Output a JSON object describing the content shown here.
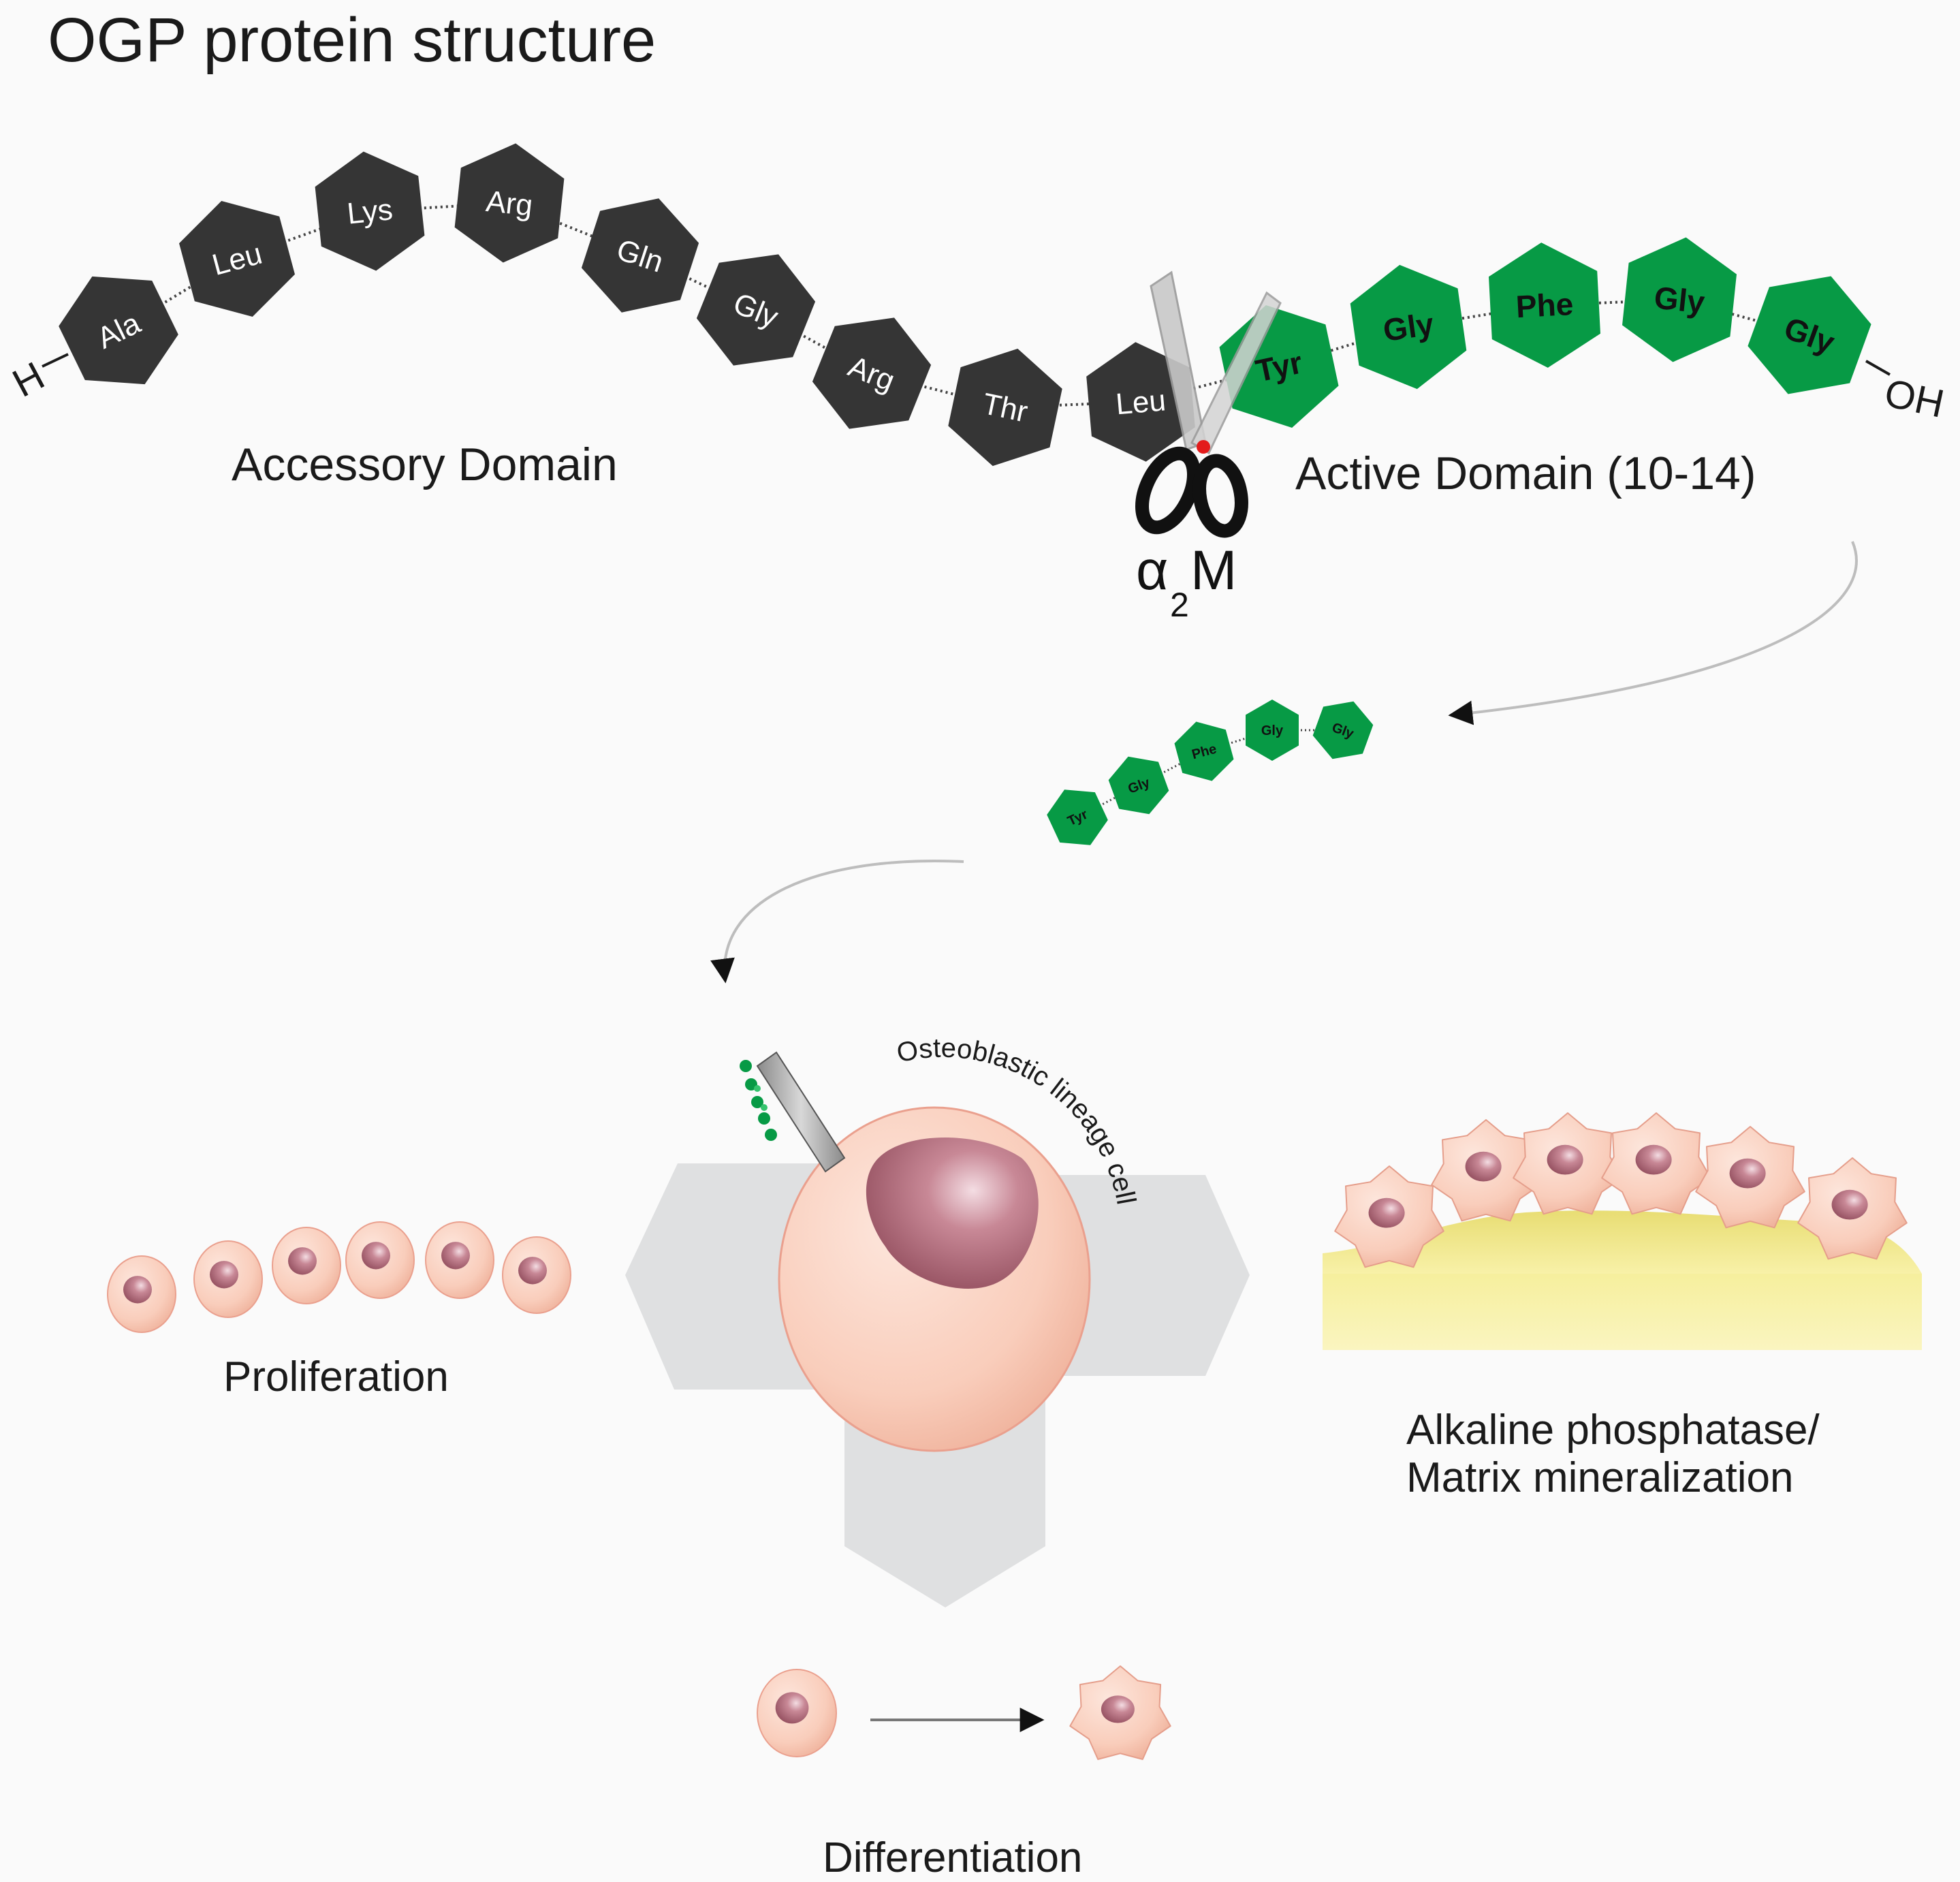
{
  "title": "OGP protein structure",
  "accessory_domain": {
    "label": "Accessory Domain",
    "residues": [
      "Ala",
      "Leu",
      "Lys",
      "Arg",
      "Gln",
      "Gly",
      "Arg",
      "Thr",
      "Leu"
    ]
  },
  "active_domain": {
    "label": "Active Domain (10-14)",
    "residues": [
      "Tyr",
      "Gly",
      "Phe",
      "Gly",
      "Gly"
    ]
  },
  "n_terminus": "H",
  "c_terminus": "OH",
  "protease": {
    "alpha": "α",
    "subscript": "2",
    "letter": "M"
  },
  "released_peptide": [
    "Tyr",
    "Gly",
    "Phe",
    "Gly",
    "Gly"
  ],
  "cell_label": "Osteoblastic lineage cell",
  "outcomes": {
    "proliferation": "Proliferation",
    "alkaline_line1": "Alkaline phosphatase/",
    "alkaline_line2": "Matrix mineralization",
    "differentiation": "Differentiation"
  },
  "colors": {
    "accessory_residue": "#353535",
    "active_residue": "#079a45",
    "background": "#fafafa",
    "cell_cytoplasm": "#f9cdbb",
    "cell_nucleus": "#a3606e",
    "matrix": "#f7ef9c"
  }
}
